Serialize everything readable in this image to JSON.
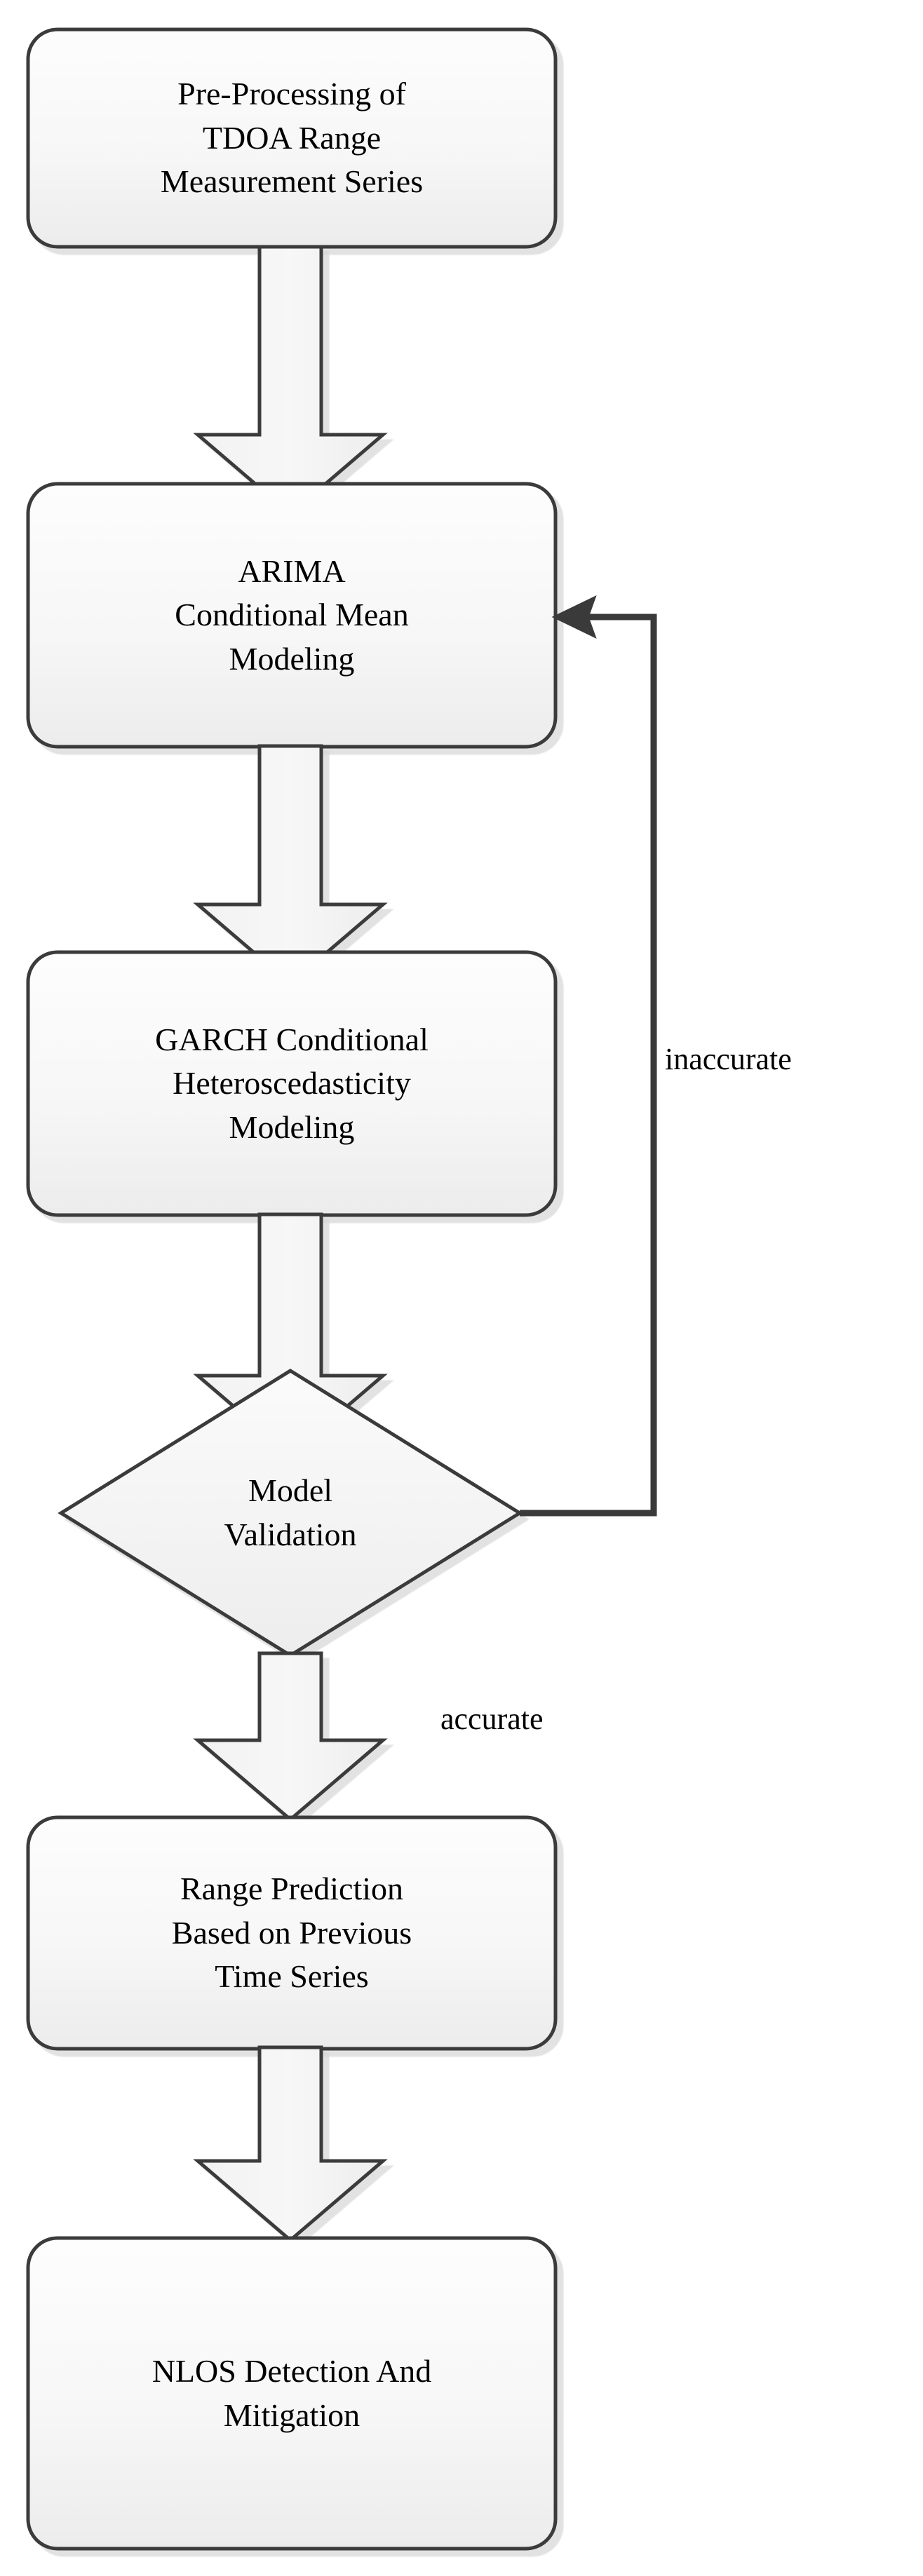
{
  "diagram": {
    "title": "TDOA Range Series Modeling and NLOS Detection Flowchart",
    "type": "flowchart",
    "colors": {
      "background": "#ffffff",
      "node_stroke": "#3a3a3a",
      "node_fill_top": "#fcfcfc",
      "node_fill_bottom": "#eeeeee",
      "arrow_stroke": "#3a3a3a",
      "arrow_fill": "#f4f4f4",
      "connector_stroke": "#3a3a3a",
      "text": "#000000"
    },
    "nodes": [
      {
        "id": "pre-processing",
        "shape": "rounded-rect",
        "text": "Pre-Processing of\nTDOA Range\nMeasurement Series"
      },
      {
        "id": "arima",
        "shape": "rounded-rect",
        "text": "ARIMA\nConditional Mean\nModeling"
      },
      {
        "id": "garch",
        "shape": "rounded-rect",
        "text": "GARCH Conditional\nHeteroscedasticity\nModeling"
      },
      {
        "id": "model-validation",
        "shape": "diamond",
        "text": "Model\nValidation"
      },
      {
        "id": "range-prediction",
        "shape": "rounded-rect",
        "text": "Range Prediction\nBased on Previous\nTime Series"
      },
      {
        "id": "nlos",
        "shape": "rounded-rect",
        "text": "NLOS Detection And\nMitigation"
      }
    ],
    "edge_labels": {
      "inaccurate": "inaccurate",
      "accurate": "accurate"
    }
  }
}
